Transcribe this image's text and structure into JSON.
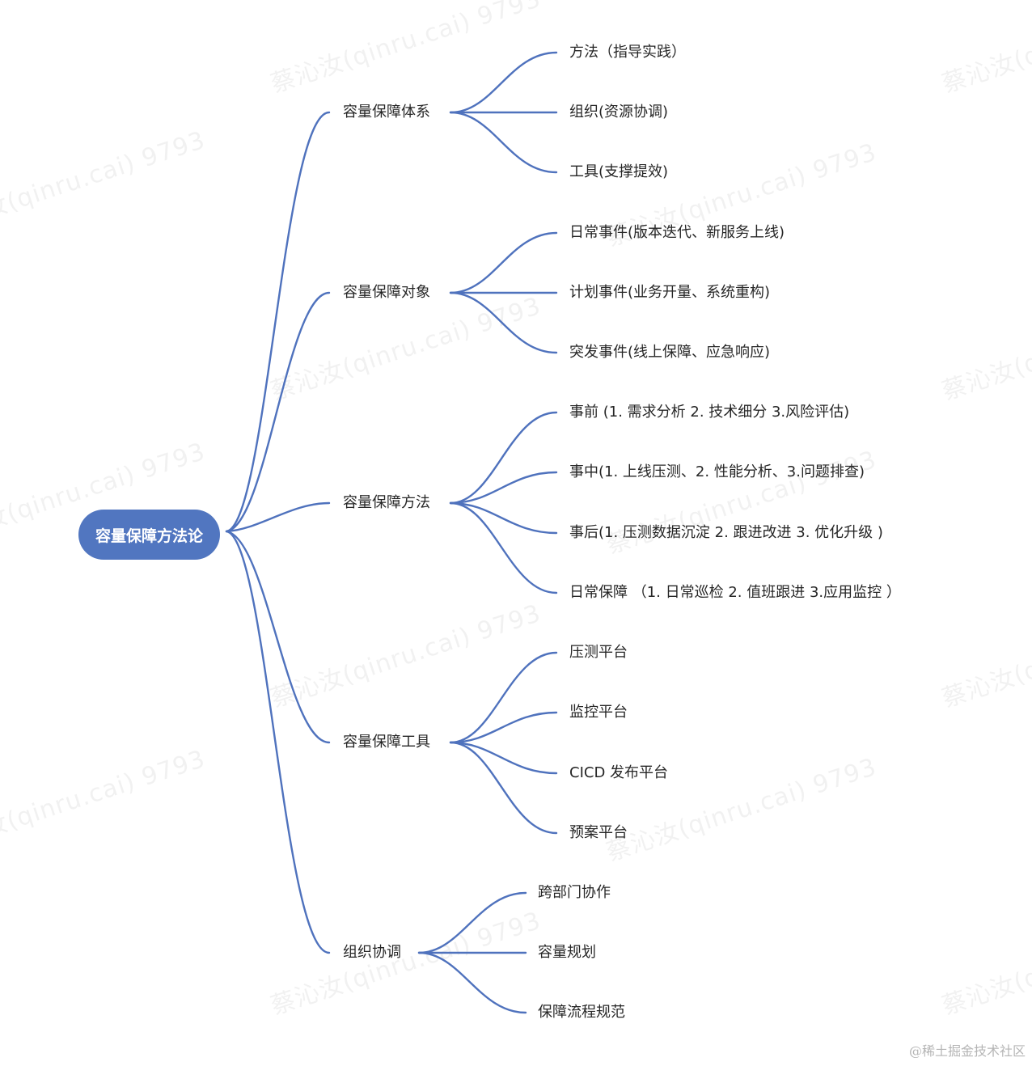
{
  "colors": {
    "link": "#4f72bd",
    "root_fill": "#5176c0",
    "root_text": "#ffffff",
    "node_text": "#262626",
    "background": "#ffffff"
  },
  "watermark_text": "蔡沁汝(qinru.cai) 9793",
  "footer": "@稀土掘金技术社区",
  "mindmap": {
    "root": "容量保障方法论",
    "branches": [
      {
        "label": "容量保障体系",
        "children": [
          "方法（指导实践）",
          "组织(资源协调)",
          "工具(支撑提效)"
        ]
      },
      {
        "label": "容量保障对象",
        "children": [
          "日常事件(版本迭代、新服务上线)",
          "计划事件(业务开量、系统重构)",
          "突发事件(线上保障、应急响应)"
        ]
      },
      {
        "label": "容量保障方法",
        "children": [
          "事前 (1. 需求分析 2. 技术细分 3.风险评估)",
          "事中(1. 上线压测、2. 性能分析、3.问题排查)",
          "事后(1. 压测数据沉淀 2. 跟进改进 3. 优化升级 )",
          "日常保障 （1. 日常巡检 2. 值班跟进 3.应用监控 ）"
        ]
      },
      {
        "label": "容量保障工具",
        "children": [
          "压测平台",
          "监控平台",
          "CICD 发布平台",
          "预案平台"
        ]
      },
      {
        "label": "组织协调",
        "children": [
          "跨部门协作",
          "容量规划",
          "保障流程规范"
        ]
      }
    ]
  }
}
